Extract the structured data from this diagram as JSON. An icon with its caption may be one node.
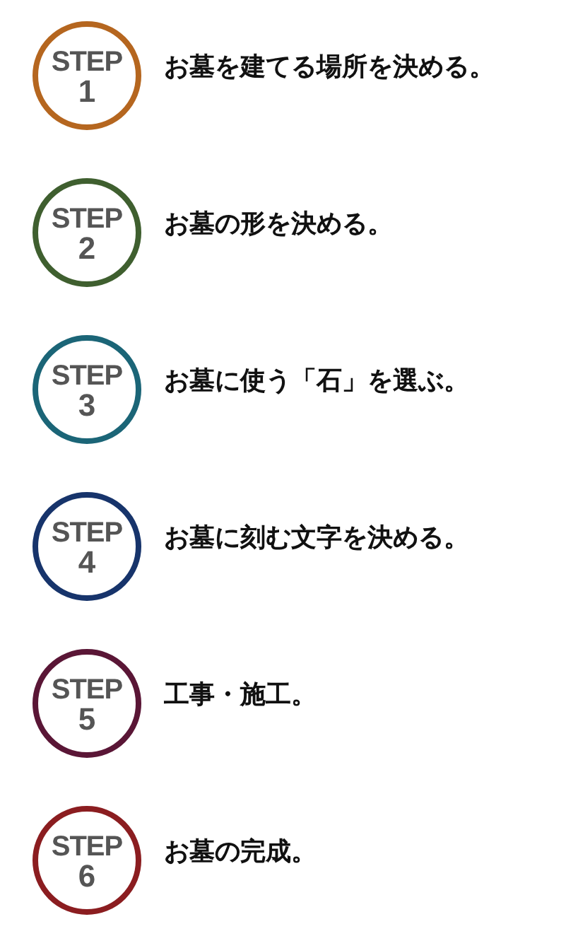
{
  "diagram": {
    "nodes": [
      {
        "text": [
          "STEP",
          "1"
        ],
        "beside": [
          "お墓を建てる場所を決める。"
        ]
      },
      {
        "text": [
          "STEP",
          "2"
        ],
        "beside": [
          "お墓の形を決める。"
        ]
      },
      {
        "text": [
          "STEP",
          "3"
        ],
        "beside": [
          "お墓に使う「石」を選ぶ。"
        ]
      },
      {
        "text": [
          "STEP",
          "4"
        ],
        "beside": [
          "お墓に刻む文字を決める。"
        ]
      },
      {
        "text": [
          "STEP",
          "5"
        ],
        "beside": [
          "工事・施工。"
        ]
      },
      {
        "text": [
          "STEP",
          "6"
        ],
        "beside": [
          "お墓の完成。"
        ]
      }
    ]
  }
}
